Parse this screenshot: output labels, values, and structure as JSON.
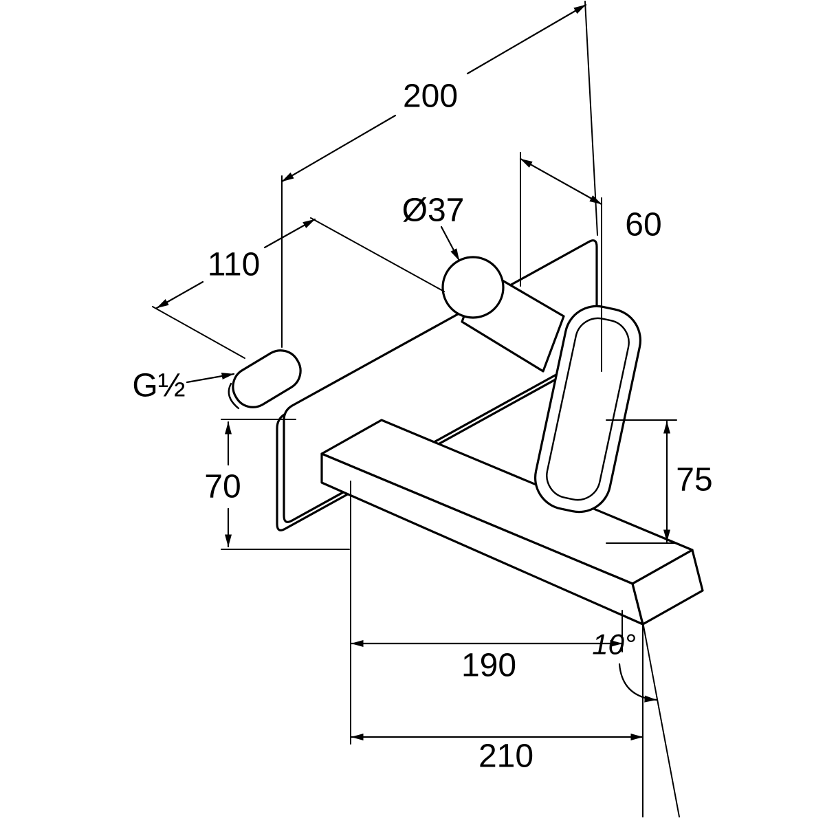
{
  "drawing": {
    "type": "technical-dimension-drawing",
    "subject": "wall-mounted single-lever basin mixer trim with spout and lever",
    "background_color": "#ffffff",
    "line_color": "#000000"
  },
  "dims": {
    "d200": "200",
    "d110": "110",
    "d60": "60",
    "d37": "Ø37",
    "g12": "G½",
    "d70": "70",
    "d75": "75",
    "d190": "190",
    "a10": "10°",
    "d210": "210"
  }
}
